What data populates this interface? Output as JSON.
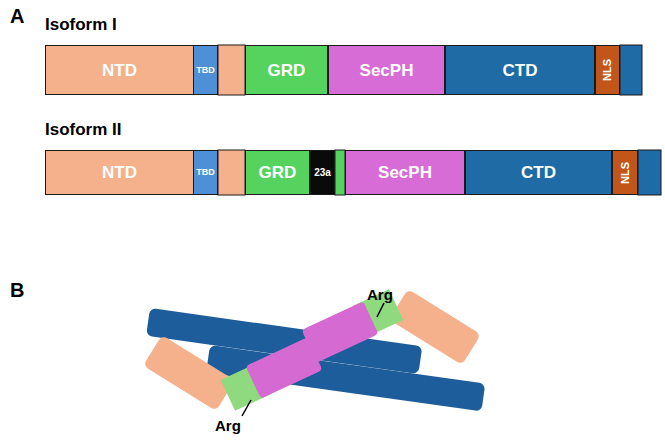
{
  "diagram": {
    "nodes": [
      {
        "text": [
          "Isoform I"
        ]
      },
      {
        "text": [
          "NTD"
        ],
        "in": 0
      },
      {
        "text": [
          "TBD"
        ],
        "in": 0
      },
      {
        "text": [
          "GRD"
        ],
        "in": 0
      },
      {
        "text": [
          "SecPH"
        ],
        "in": 0
      },
      {
        "text": [
          "CTD"
        ],
        "in": 0
      },
      {
        "text": [
          "NLS"
        ],
        "in": 0
      },
      {
        "text": [
          "Isoform II"
        ]
      },
      {
        "text": [
          "NTD"
        ],
        "in": 7
      },
      {
        "text": [
          "TBD"
        ],
        "in": 7
      },
      {
        "text": [
          "GRD"
        ],
        "in": 7
      },
      {
        "text": [
          "23a"
        ],
        "in": 7
      },
      {
        "text": [
          "SecPH"
        ],
        "in": 7
      },
      {
        "text": [
          "CTD"
        ],
        "in": 7
      },
      {
        "text": [
          "NLS"
        ],
        "in": 7
      }
    ],
    "labels": [
      "A",
      "B",
      "Arg",
      "Arg"
    ]
  }
}
